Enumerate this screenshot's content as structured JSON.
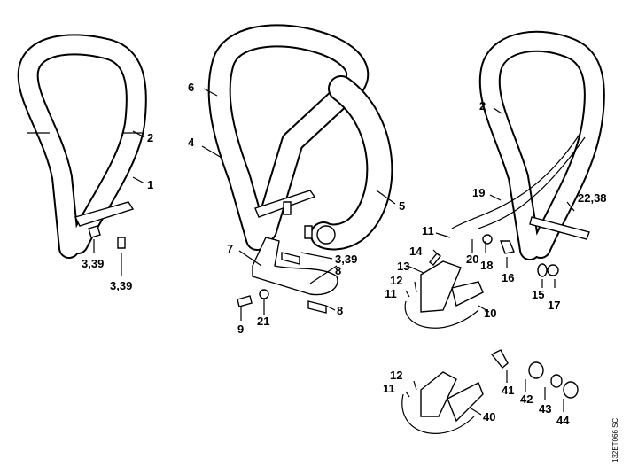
{
  "diagram": {
    "labels": {
      "l2a": "2",
      "l1": "1",
      "l339a": "3,39",
      "l339b": "3,39",
      "l6": "6",
      "l4": "4",
      "l5": "5",
      "l7": "7",
      "l339c": "3,39",
      "l8a": "8",
      "l8b": "8",
      "l9": "9",
      "l21": "21",
      "l2b": "2",
      "l19": "19",
      "l2238": "22,38",
      "l11a": "11",
      "l14": "14",
      "l20": "20",
      "l18": "18",
      "l16": "16",
      "l15": "15",
      "l17": "17",
      "l13": "13",
      "l12a": "12",
      "l11b": "11",
      "l10": "10",
      "l12b": "12",
      "l11c": "11",
      "l40": "40",
      "l41": "41",
      "l42": "42",
      "l43": "43",
      "l44": "44"
    },
    "drawing_code": "132ET066 SC"
  }
}
